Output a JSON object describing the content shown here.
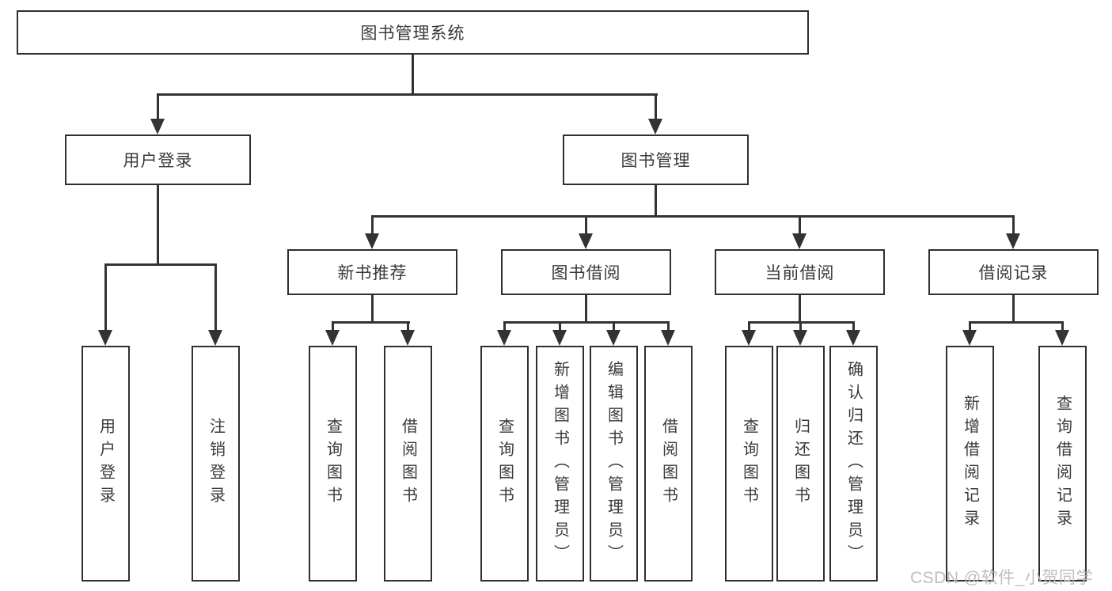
{
  "colors": {
    "line": "#333333",
    "box_border": "#2f2f2f",
    "box_fill": "#ffffff",
    "text": "#3a3a3a",
    "watermark": "#bababa",
    "background": "#ffffff"
  },
  "watermark": {
    "text": "CSDN @软件_小贺同学"
  },
  "tree": {
    "root": {
      "label": "图书管理系统"
    },
    "branches": [
      {
        "label": "用户登录",
        "children": [
          {
            "label": "用户登录"
          },
          {
            "label": "注销登录"
          }
        ]
      },
      {
        "label": "图书管理",
        "children": [
          {
            "label": "新书推荐",
            "children": [
              {
                "label": "查询图书"
              },
              {
                "label": "借阅图书"
              }
            ]
          },
          {
            "label": "图书借阅",
            "children": [
              {
                "label": "查询图书"
              },
              {
                "label": "新增图书（管理员）"
              },
              {
                "label": "编辑图书（管理员）"
              },
              {
                "label": "借阅图书"
              }
            ]
          },
          {
            "label": "当前借阅",
            "children": [
              {
                "label": "查询图书"
              },
              {
                "label": "归还图书"
              },
              {
                "label": "确认归还（管理员）"
              }
            ]
          },
          {
            "label": "借阅记录",
            "children": [
              {
                "label": "新增借阅记录"
              },
              {
                "label": "查询借阅记录"
              }
            ]
          }
        ]
      }
    ]
  }
}
